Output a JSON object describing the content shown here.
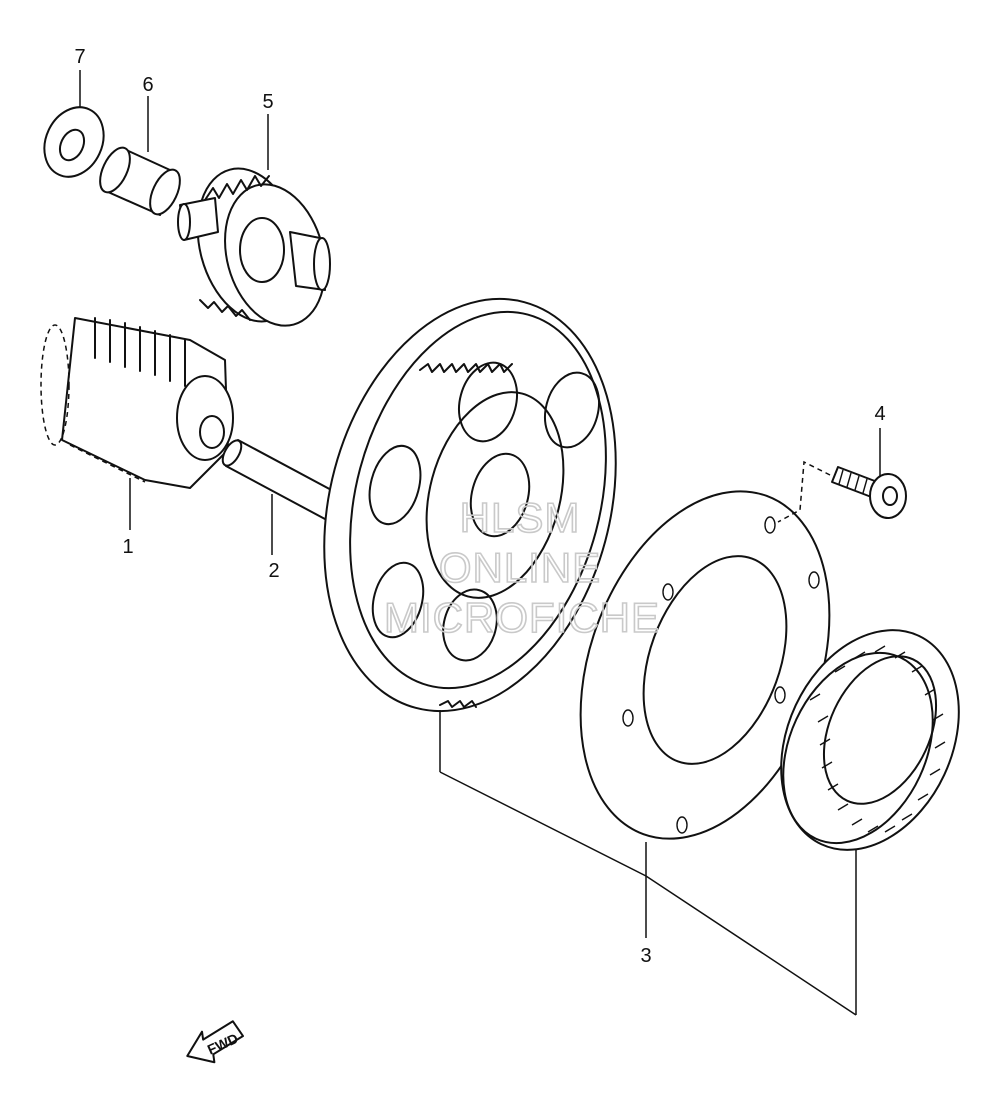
{
  "callouts": [
    {
      "id": "1",
      "label": "1"
    },
    {
      "id": "2",
      "label": "2"
    },
    {
      "id": "3",
      "label": "3"
    },
    {
      "id": "4",
      "label": "4"
    },
    {
      "id": "5",
      "label": "5"
    },
    {
      "id": "6",
      "label": "6"
    },
    {
      "id": "7",
      "label": "7"
    }
  ],
  "watermark": {
    "line1": "HLSM",
    "line2": "ONLINE",
    "line3": "MICROFICHE"
  },
  "direction_badge": {
    "label": "FWD"
  }
}
